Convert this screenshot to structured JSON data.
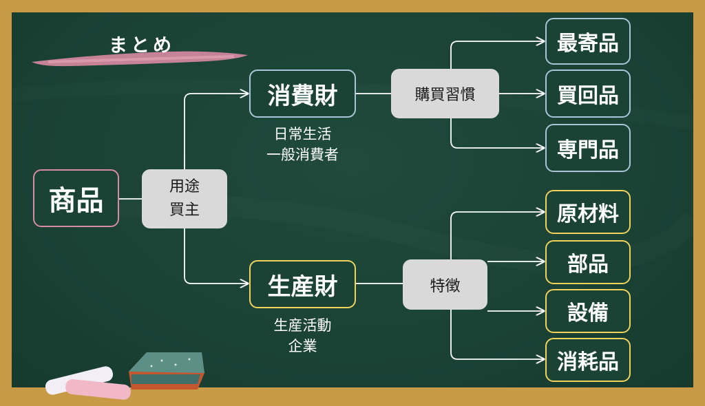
{
  "title": "まとめ",
  "root": {
    "label": "商品"
  },
  "split": {
    "line1": "用途",
    "line2": "買主"
  },
  "consumer": {
    "label": "消費財",
    "note_line1": "日常生活",
    "note_line2": "一般消費者",
    "criterion": "購買習慣",
    "items": [
      "最寄品",
      "買回品",
      "専門品"
    ]
  },
  "industrial": {
    "label": "生産財",
    "note_line1": "生産活動",
    "note_line2": "企業",
    "criterion": "特徴",
    "items": [
      "原材料",
      "部品",
      "設備",
      "消耗品"
    ]
  },
  "colors": {
    "board": "#1a4235",
    "frame": "#c89a45",
    "root_border": "#d88aa2",
    "consumer_border": "#a9c6d8",
    "industrial_border": "#f0d35a",
    "criterion_fill": "#d9d9d9"
  }
}
